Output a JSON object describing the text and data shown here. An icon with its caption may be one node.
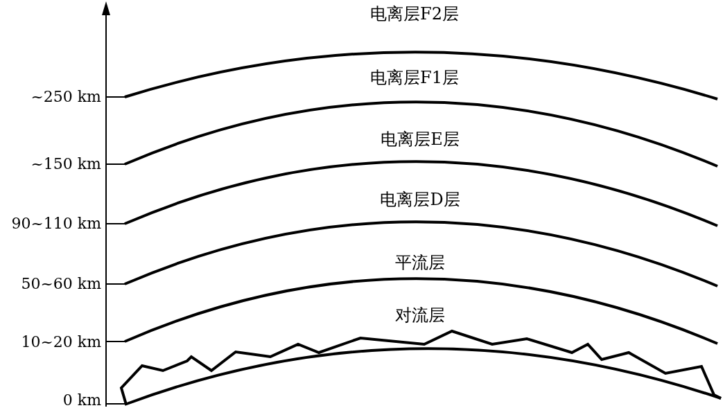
{
  "diagram": {
    "labels": [
      "电离层F2层",
      "电离层F1层",
      "~250 km",
      "电离层E层",
      "~150 km",
      "电离层D层",
      "90~110 km",
      "平流层",
      "50~60 km",
      "对流层",
      "10~20 km",
      "0 km"
    ]
  }
}
